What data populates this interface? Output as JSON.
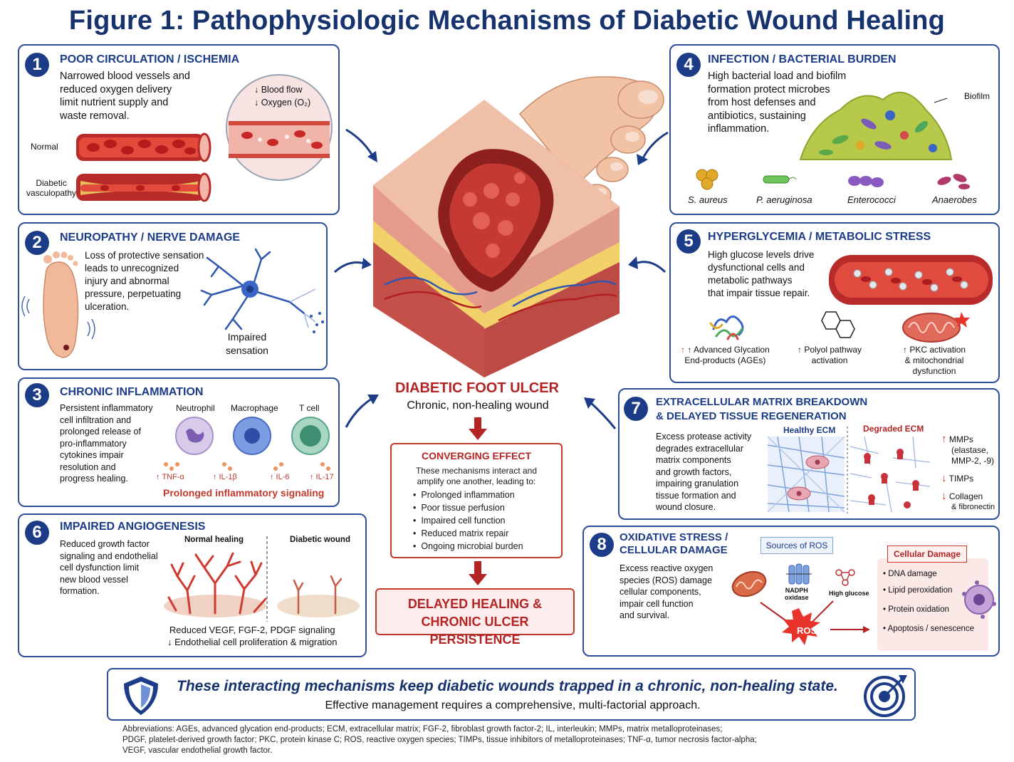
{
  "title": "Figure 1: Pathophysiologic Mechanisms of Diabetic Wound Healing",
  "panel1": {
    "number": "1",
    "heading": "POOR CIRCULATION / ISCHEMIA",
    "text": [
      "Narrowed blood vessels and",
      "reduced oxygen delivery",
      "limit nutrient supply and",
      "waste removal."
    ],
    "label_normal": "Normal",
    "label_diabetic": [
      "Diabetic",
      "vasculopathy"
    ],
    "label_flow": "↓ Blood flow",
    "label_oxygen": "↓ Oxygen (O₂)"
  },
  "panel2": {
    "number": "2",
    "heading": "NEUROPATHY / NERVE DAMAGE",
    "text": [
      "Loss of protective sensation",
      "leads to unrecognized",
      "injury and abnormal",
      "pressure, perpetuating",
      "ulceration."
    ],
    "label_impaired": [
      "Impaired",
      "sensation"
    ]
  },
  "panel3": {
    "number": "3",
    "heading": "CHRONIC INFLAMMATION",
    "text": [
      "Persistent inflammatory",
      "cell infiltration and",
      "prolonged release of",
      "pro-inflammatory",
      "cytokines impair",
      "resolution and",
      "progress healing."
    ],
    "cells": [
      "Neutrophil",
      "Macrophage",
      "T cell"
    ],
    "cytokines": [
      "↑ TNF-α",
      "↑ IL-1β",
      "↑ IL-6",
      "↑ IL-17"
    ],
    "footer": "Prolonged inflammatory signaling"
  },
  "panel4": {
    "number": "4",
    "heading": "INFECTION / BACTERIAL BURDEN",
    "text": [
      "High bacterial load and biofilm",
      "formation protect microbes",
      "from host defenses and",
      "antibiotics, sustaining",
      "inflammation."
    ],
    "label_biofilm": "Biofilm",
    "microbes": [
      "S. aureus",
      "P. aeruginosa",
      "Enterococci",
      "Anaerobes"
    ]
  },
  "panel5": {
    "number": "5",
    "heading": "HYPERGLYCEMIA / METABOLIC STRESS",
    "text": [
      "High glucose levels drive",
      "dysfunctional cells and",
      "metabolic pathways",
      "that impair tissue repair."
    ],
    "items": [
      [
        "↑ Advanced Glycation",
        "End-products (AGEs)"
      ],
      [
        "↑ Polyol pathway",
        "activation"
      ],
      [
        "↑ PKC activation",
        "& mitochondrial",
        "dysfunction"
      ]
    ]
  },
  "panel6": {
    "number": "6",
    "heading": "IMPAIRED ANGIOGENESIS",
    "text": [
      "Reduced growth factor",
      "signaling and endothelial",
      "cell dysfunction limit",
      "new blood vessel",
      "formation."
    ],
    "label_normal": "Normal healing",
    "label_diabetic": "Diabetic wound",
    "footer": [
      "Reduced VEGF, FGF-2, PDGF signaling",
      "↓ Endothelial cell proliferation & migration"
    ]
  },
  "panel7": {
    "number": "7",
    "heading": [
      "EXTRACELLULAR MATRIX BREAKDOWN",
      "& DELAYED TISSUE REGENERATION"
    ],
    "text": [
      "Excess protease activity",
      "degrades extracellular",
      "matrix components",
      "and growth factors,",
      "impairing granulation",
      "tissue formation and",
      "wound closure."
    ],
    "label_healthy": "Healthy ECM",
    "label_degraded": "Degraded ECM",
    "markers": [
      {
        "arrow": "↑",
        "lines": [
          "MMPs",
          "(elastase,",
          "MMP-2, -9)"
        ]
      },
      {
        "arrow": "↓",
        "lines": [
          "TIMPs"
        ]
      },
      {
        "arrow": "↓",
        "lines": [
          "Collagen",
          "& fibronectin"
        ]
      }
    ]
  },
  "panel8": {
    "number": "8",
    "heading": [
      "OXIDATIVE STRESS /",
      "CELLULAR DAMAGE"
    ],
    "text": [
      "Excess reactive oxygen",
      "species (ROS) damage",
      "cellular components,",
      "impair cell function",
      "and survival."
    ],
    "sources_title": "Sources of ROS",
    "label_nadph": [
      "NADPH",
      "oxidase"
    ],
    "label_glucose": "High glucose",
    "label_ros": "ROS",
    "damage_title": "Cellular Damage",
    "damage": [
      "DNA damage",
      "Lipid peroxidation",
      "Protein oxidation",
      "Apoptosis / senescence"
    ]
  },
  "center": {
    "ulcer_title": "DIABETIC FOOT ULCER",
    "ulcer_sub": "Chronic, non-healing wound",
    "converge_title": "CONVERGING EFFECT",
    "converge_desc": [
      "These mechanisms interact and",
      "amplify one another, leading to:"
    ],
    "converge_items": [
      "Prolonged inflammation",
      "Poor tissue perfusion",
      "Impaired cell function",
      "Reduced matrix repair",
      "Ongoing microbial burden"
    ],
    "delayed": [
      "DELAYED HEALING &",
      "CHRONIC ULCER PERSISTENCE"
    ]
  },
  "banner": {
    "main": "These interacting mechanisms keep diabetic wounds trapped in a chronic, non-healing state.",
    "sub": "Effective management requires a comprehensive, multi-factorial approach."
  },
  "abbreviations": [
    "Abbreviations: AGEs, advanced glycation end-products; ECM, extracellular matrix; FGF-2, fibroblast growth factor-2; IL, interleukin; MMPs, matrix metalloproteinases;",
    "PDGF, platelet-derived growth factor; PKC, protein kinase C; ROS, reactive oxygen species; TIMPs, tissue inhibitors of metalloproteinases; TNF-α, tumor necrosis factor-alpha;",
    "VEGF, vascular endothelial growth factor."
  ],
  "colors": {
    "navy": "#1c3c88",
    "red": "#c0392b",
    "panel_border": "#2d4f9a"
  }
}
